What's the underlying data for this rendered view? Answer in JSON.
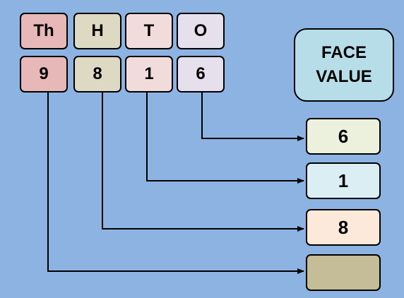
{
  "place_headers": [
    {
      "label": "Th",
      "color": "#e6b8b7"
    },
    {
      "label": "H",
      "color": "#ddd9c3"
    },
    {
      "label": "T",
      "color": "#f2dcdb"
    },
    {
      "label": "O",
      "color": "#e5e0ec"
    }
  ],
  "digits": [
    {
      "value": "9",
      "color": "#e6b8b7"
    },
    {
      "value": "8",
      "color": "#ddd9c3"
    },
    {
      "value": "1",
      "color": "#f2dcdb"
    },
    {
      "value": "6",
      "color": "#e5e0ec"
    }
  ],
  "face_value_title": {
    "line1": "FACE",
    "line2": "VALUE",
    "color": "#b7dee8"
  },
  "answers": [
    {
      "value": "6",
      "color": "#ebf1dd"
    },
    {
      "value": "1",
      "color": "#dbeef3"
    },
    {
      "value": "8",
      "color": "#fde9d9"
    },
    {
      "value": "",
      "color": "#c4bd97"
    }
  ],
  "colors": {
    "background": "#8db3e2",
    "line": "#000000"
  }
}
